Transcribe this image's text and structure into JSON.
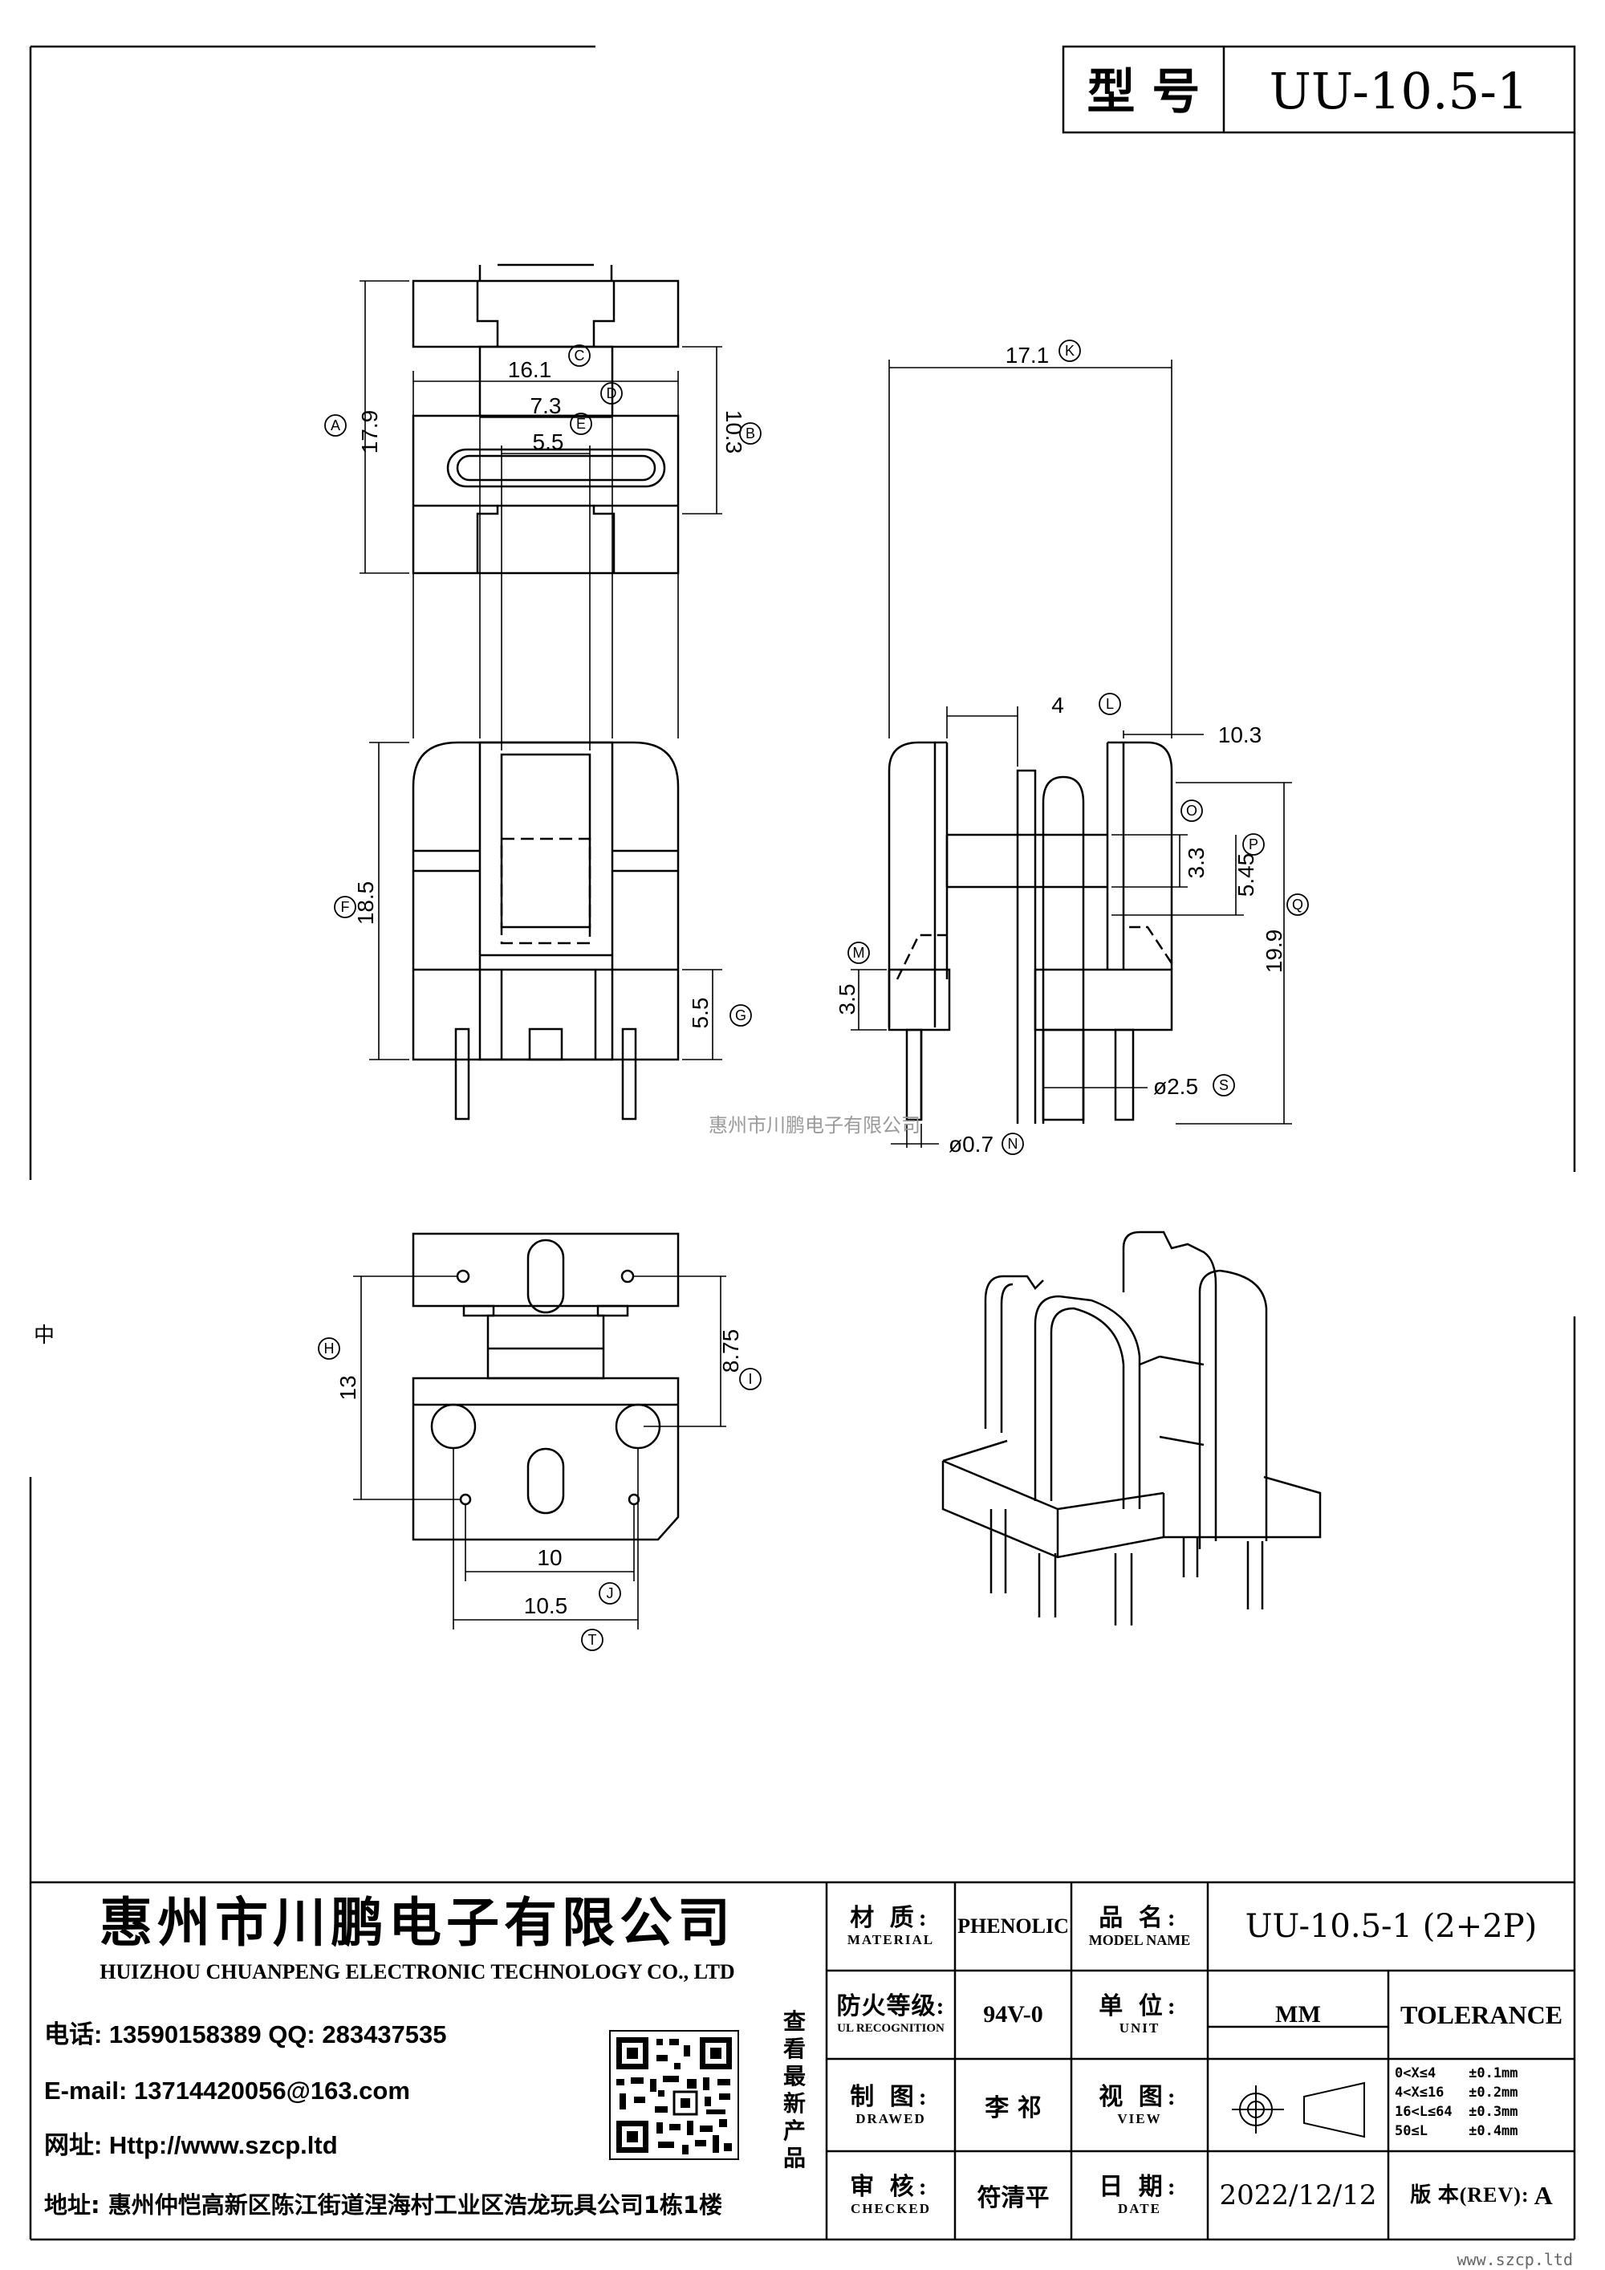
{
  "header": {
    "model_label": "型 号",
    "model_value": "UU-10.5-1"
  },
  "watermark": "惠州市川鹏电子有限公司",
  "edge_mark": "中",
  "dimensions": {
    "top_view": {
      "A": "17.9",
      "B": "10.3"
    },
    "front_view": {
      "C": "16.1",
      "D": "7.3",
      "E": "5.5",
      "F": "18.5",
      "G": "5.5"
    },
    "side_view": {
      "K": "17.1",
      "L": "4",
      "L2": "10.3",
      "O": "3.3",
      "P": "5.45",
      "Q": "19.9",
      "M": "3.5",
      "S": "ø2.5",
      "N": "ø0.7"
    },
    "bottom_view": {
      "H": "13",
      "I": "8.75",
      "J": "10",
      "T": "10.5"
    }
  },
  "balloons": {
    "A": "A",
    "B": "B",
    "C": "C",
    "D": "D",
    "E": "E",
    "F": "F",
    "G": "G",
    "H": "H",
    "I": "I",
    "J": "J",
    "K": "K",
    "L": "L",
    "M": "M",
    "N": "N",
    "O": "O",
    "P": "P",
    "Q": "Q",
    "S": "S",
    "T": "T"
  },
  "company": {
    "name_cn": "惠州市川鹏电子有限公司",
    "name_en": "HUIZHOU CHUANPENG ELECTRONIC TECHNOLOGY CO., LTD",
    "phone": "电话: 13590158389  QQ: 283437535",
    "email": "E-mail: 13714420056@163.com",
    "website": "网址: Http://www.szcp.ltd",
    "address": "地址: 惠州仲恺高新区陈江街道涅海村工业区浩龙玩具公司1栋1楼",
    "qr_caption": "查看最新产品"
  },
  "title_block": {
    "material_cn": "材 质:",
    "material_en": "MATERIAL",
    "material_value": "PHENOLIC",
    "model_cn": "品 名:",
    "model_en": "MODEL NAME",
    "model_value": "UU-10.5-1 (2+2P)",
    "ul_cn": "防火等级:",
    "ul_en": "UL RECOGNITION",
    "ul_value": "94V-0",
    "unit_cn": "单 位:",
    "unit_en": "UNIT",
    "unit_value": "MM",
    "tolerance_label": "TOLERANCE",
    "tolerance_rows": [
      "0<X≤4    ±0.1mm",
      "4<X≤16   ±0.2mm",
      "16<L≤64  ±0.3mm",
      "50≤L     ±0.4mm"
    ],
    "drawn_cn": "制 图:",
    "drawn_en": "DRAWED",
    "drawn_value": "李 祁",
    "view_cn": "视 图:",
    "view_en": "VIEW",
    "checked_cn": "审 核:",
    "checked_en": "CHECKED",
    "checked_value": "符清平",
    "date_cn": "日 期:",
    "date_en": "DATE",
    "date_value": "2022/12/12",
    "rev_label": "版 本(REV):",
    "rev_value": "A"
  },
  "footer_url": "www.szcp.ltd"
}
